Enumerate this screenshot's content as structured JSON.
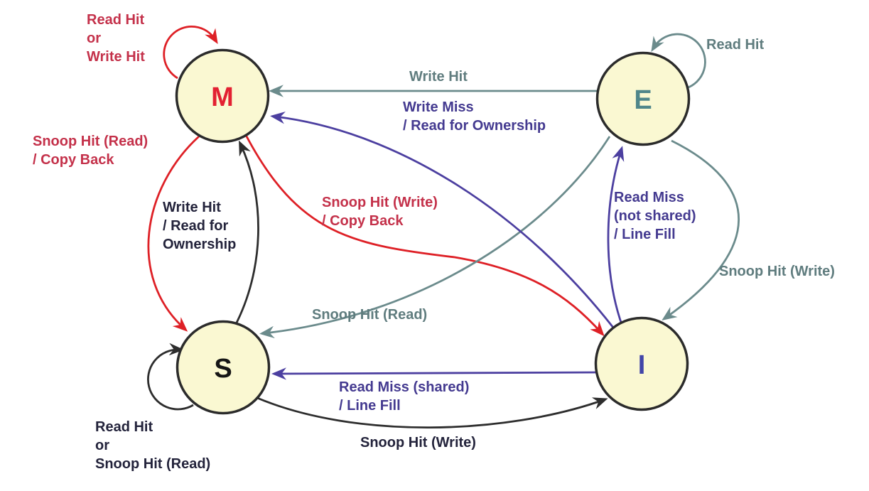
{
  "diagram": {
    "type": "state-machine",
    "states": [
      {
        "id": "M",
        "label": "M",
        "letter_color": "#E32132"
      },
      {
        "id": "E",
        "label": "E",
        "letter_color": "#4F868A"
      },
      {
        "id": "S",
        "label": "S",
        "letter_color": "#151515"
      },
      {
        "id": "I",
        "label": "I",
        "letter_color": "#4145A8"
      }
    ],
    "node_fill": "#FAF8D2",
    "node_border": "#2B2B2B",
    "colors": {
      "red_arrow": "#DE2026",
      "red_text": "#C4314A",
      "gray_arrow": "#6B8B8C",
      "gray_text": "#5F7C7E",
      "purple_arrow": "#4C3FA0",
      "purple_text": "#443A90",
      "black_arrow": "#2D2D2D",
      "black_text": "#23233B"
    },
    "transitions": [
      {
        "from": "M",
        "to": "M",
        "color": "red",
        "label": "Read Hit\nor\nWrite Hit"
      },
      {
        "from": "M",
        "to": "S",
        "color": "red",
        "label": "Snoop Hit (Read)\n/ Copy Back"
      },
      {
        "from": "M",
        "to": "I",
        "color": "red",
        "label": "Snoop Hit (Write)\n/ Copy Back"
      },
      {
        "from": "E",
        "to": "E",
        "color": "gray",
        "label": "Read Hit"
      },
      {
        "from": "E",
        "to": "M",
        "color": "gray",
        "label": "Write Hit"
      },
      {
        "from": "E",
        "to": "S",
        "color": "gray",
        "label": "Snoop Hit (Read)"
      },
      {
        "from": "E",
        "to": "I",
        "color": "gray",
        "label": "Snoop Hit (Write)"
      },
      {
        "from": "I",
        "to": "M",
        "color": "purple",
        "label": "Write Miss\n/ Read for Ownership"
      },
      {
        "from": "I",
        "to": "E",
        "color": "purple",
        "label": "Read Miss\n(not shared)\n/ Line Fill"
      },
      {
        "from": "I",
        "to": "S",
        "color": "purple",
        "label": "Read Miss (shared)\n/ Line Fill"
      },
      {
        "from": "S",
        "to": "M",
        "color": "black",
        "label": "Write Hit\n/ Read for\nOwnership"
      },
      {
        "from": "S",
        "to": "S",
        "color": "black",
        "label": "Read Hit\nor\nSnoop Hit (Read)"
      },
      {
        "from": "S",
        "to": "I",
        "color": "black",
        "label": "Snoop Hit (Write)"
      }
    ]
  }
}
